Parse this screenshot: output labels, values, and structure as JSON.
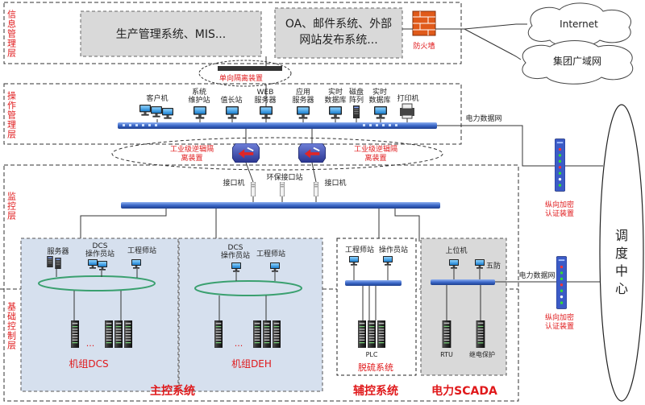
{
  "layers": {
    "info": "信息管理层",
    "operation": "操作管理层",
    "monitor": "监控层",
    "basic": "基础控制层"
  },
  "info_boxes": {
    "production": "生产管理系统、MIS...",
    "oa_line1": "OA、邮件系统、外部",
    "oa_line2": "网站发布系统..."
  },
  "firewall": "防火墙",
  "clouds": {
    "internet": "Internet",
    "wan": "集团广域网"
  },
  "isolation_one_way": "单向隔离装置",
  "operation_nodes": {
    "client": "客户机",
    "sysmaint_1": "系统",
    "sysmaint_2": "维护站",
    "duty": "值长站",
    "web_1": "WEB",
    "web_2": "服务器",
    "app_1": "应用",
    "app_2": "服务器",
    "rtdb1_1": "实时",
    "rtdb1_2": "数据库",
    "disk_1": "磁盘",
    "disk_2": "阵列",
    "rtdb2_1": "实时",
    "rtdb2_2": "数据库",
    "printer": "打印机"
  },
  "power_net_1": "电力数据网",
  "power_net_2": "电力数据网",
  "reverse_iso_left_1": "工业级逆辑隔",
  "reverse_iso_left_2": "离装置",
  "reverse_iso_right_1": "工业级逆辑隔",
  "reverse_iso_right_2": "离装置",
  "interfaces": {
    "left": "接口机",
    "env": "环保接口站",
    "right": "接口机"
  },
  "encrypt_top_1": "纵向加密",
  "encrypt_top_2": "认证装置",
  "encrypt_bottom_1": "纵向加密",
  "encrypt_bottom_2": "认证装置",
  "dispatch": [
    "调",
    "度",
    "中",
    "心"
  ],
  "dcs_unit": {
    "server": "服务器",
    "op_1": "DCS",
    "op_2": "操作员站",
    "eng": "工程师站",
    "dots": "...",
    "name": "机组DCS"
  },
  "deh_unit": {
    "op_1": "DCS",
    "op_2": "操作员站",
    "eng": "工程师站",
    "dots": "...",
    "name": "机组DEH"
  },
  "desulf_unit": {
    "eng": "工程师站",
    "op": "操作员站",
    "plc": "PLC",
    "name": "脱硫系统"
  },
  "scada_unit": {
    "host": "上位机",
    "wufang": "五防",
    "rtu": "RTU",
    "relay": "继电保护"
  },
  "bottom_labels": {
    "main": "主控系统",
    "aux": "辅控系统",
    "scada": "电力SCADA"
  },
  "colors": {
    "red": "#e0191b",
    "bus": "#3b68c8",
    "panel_blue": "#d6e0ee",
    "panel_gray": "#d9d9d9"
  }
}
